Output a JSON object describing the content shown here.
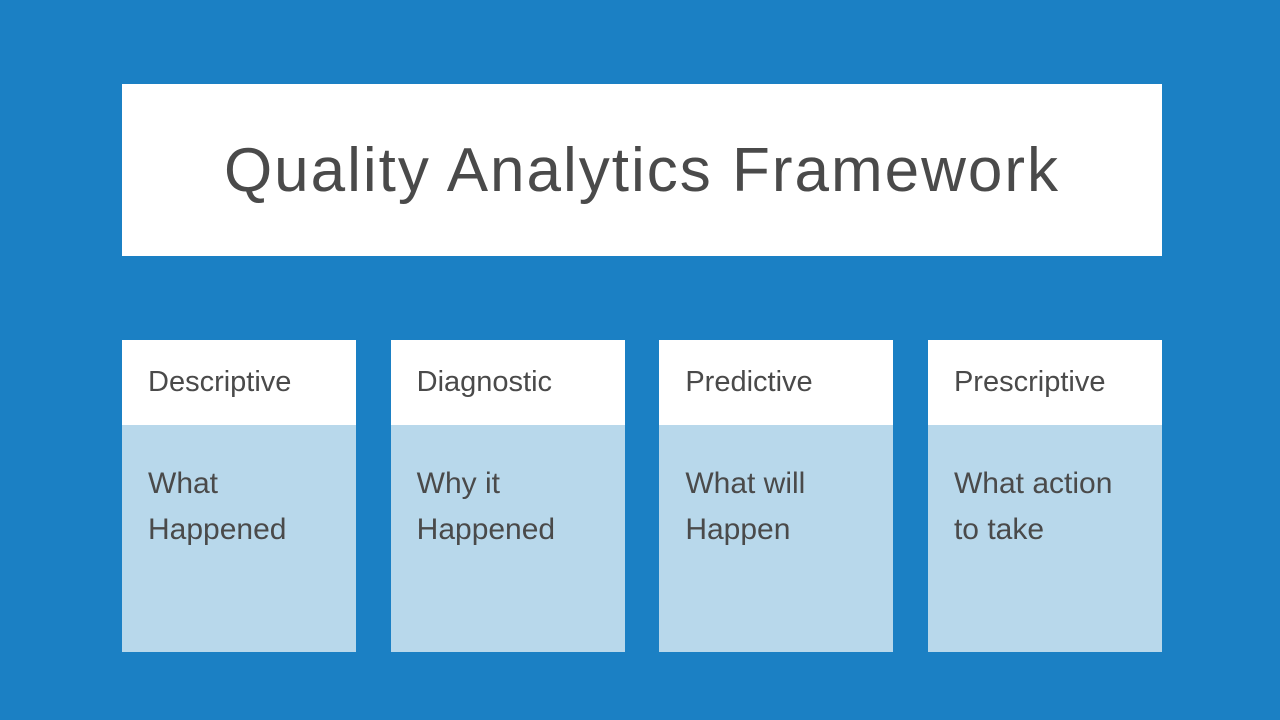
{
  "slide": {
    "title": "Quality Analytics Framework",
    "colors": {
      "background": "#1b80c4",
      "card_header_bg": "#ffffff",
      "card_body_bg": "#b8d8eb",
      "text": "#4a4a4a"
    },
    "columns": [
      {
        "header": "Descriptive",
        "body": "What\nHappened"
      },
      {
        "header": "Diagnostic",
        "body": "Why it\nHappened"
      },
      {
        "header": "Predictive",
        "body": "What will\nHappen"
      },
      {
        "header": "Prescriptive",
        "body": "What action\nto take"
      }
    ]
  }
}
